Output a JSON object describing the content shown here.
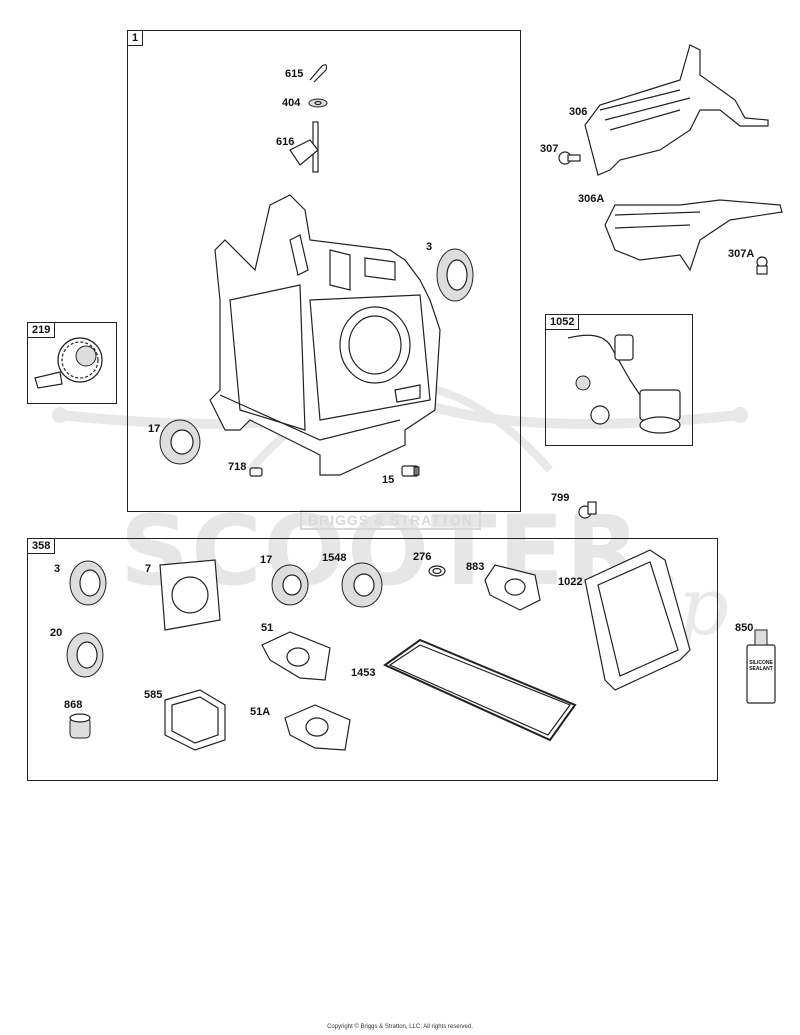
{
  "boxes": {
    "engine_block": "1",
    "cam_gear": "219",
    "oil_sensor": "1052",
    "gasket_set": "358"
  },
  "labels": {
    "l615": "615",
    "l404": "404",
    "l616": "616",
    "l3a": "3",
    "l17a": "17",
    "l718": "718",
    "l15": "15",
    "l306": "306",
    "l307": "307",
    "l306a": "306A",
    "l307a": "307A",
    "l799": "799",
    "l3b": "3",
    "l7": "7",
    "l17b": "17",
    "l1548": "1548",
    "l276": "276",
    "l883": "883",
    "l1022": "1022",
    "l850": "850",
    "l20": "20",
    "l51": "51",
    "l1453": "1453",
    "l868": "868",
    "l585": "585",
    "l51a": "51A"
  },
  "sealant_text": "SILICONE SEALANT",
  "watermark": {
    "main": "SCOOTER",
    "sub": "BRIGGS & STRATTON",
    "zip": "zip"
  },
  "copyright": "Copyright © Briggs & Stratton, LLC. All rights reserved."
}
